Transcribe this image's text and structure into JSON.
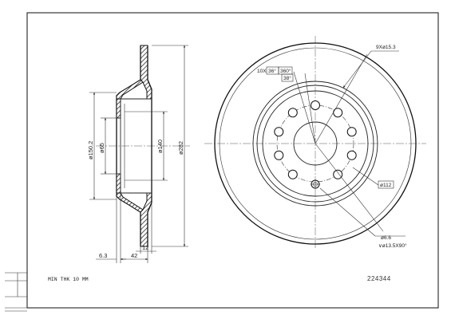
{
  "side_view": {
    "dim_150_2": "ø150.2",
    "dim_65": "ø65",
    "dim_140": "ø140",
    "dim_282": "ø282",
    "dim_6_3": "6.3",
    "dim_42": "42",
    "dim_12": "12"
  },
  "front_view": {
    "bolt_holes_callout": "9Xø15.3",
    "hole_count_callout": "10X",
    "angle_36": "36°",
    "angle_360": "360°",
    "angle_38": "38°",
    "pcd_112": "ø112",
    "small_hole_1": "ø6.6",
    "small_hole_2": "∨ø13.5X90°"
  },
  "footer": {
    "min_thickness": "MIN THK 10 MM",
    "part_number": "224344"
  }
}
